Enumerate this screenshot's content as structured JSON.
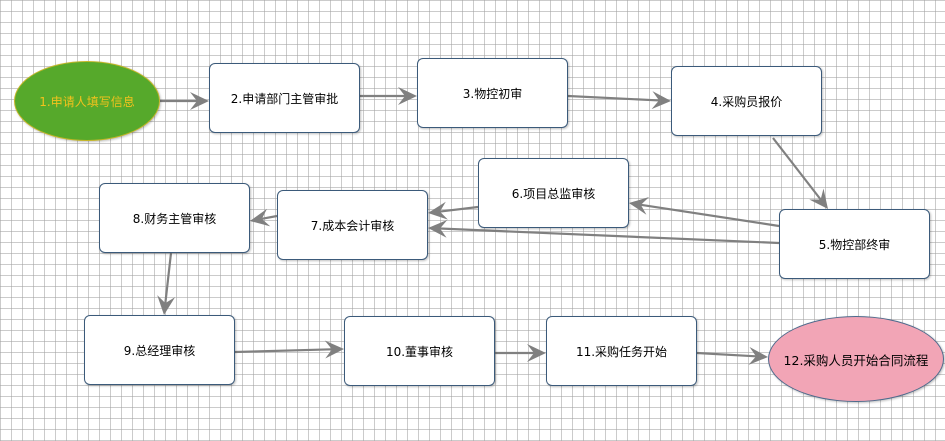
{
  "flow": {
    "nodes": [
      {
        "id": "n1",
        "label": "1.申请人填写信息",
        "shape": "ellipse",
        "fill": "#56a92b",
        "text_color": "#f2c21d"
      },
      {
        "id": "n2",
        "label": "2.申请部门主管审批",
        "shape": "rect"
      },
      {
        "id": "n3",
        "label": "3.物控初审",
        "shape": "rect"
      },
      {
        "id": "n4",
        "label": "4.采购员报价",
        "shape": "rect"
      },
      {
        "id": "n5",
        "label": "5.物控部终审",
        "shape": "rect"
      },
      {
        "id": "n6",
        "label": "6.项目总监审核",
        "shape": "rect"
      },
      {
        "id": "n7",
        "label": "7.成本会计审核",
        "shape": "rect"
      },
      {
        "id": "n8",
        "label": "8.财务主管审核",
        "shape": "rect"
      },
      {
        "id": "n9",
        "label": "9.总经理审核",
        "shape": "rect"
      },
      {
        "id": "n10",
        "label": "10.董事审核",
        "shape": "rect"
      },
      {
        "id": "n11",
        "label": "11.采购任务开始",
        "shape": "rect"
      },
      {
        "id": "n12",
        "label": "12.采购人员开始合同流程",
        "shape": "ellipse",
        "fill": "#f2a5b6"
      }
    ],
    "edges": [
      {
        "from": "n1",
        "to": "n2"
      },
      {
        "from": "n2",
        "to": "n3"
      },
      {
        "from": "n3",
        "to": "n4"
      },
      {
        "from": "n4",
        "to": "n5"
      },
      {
        "from": "n5",
        "to": "n6"
      },
      {
        "from": "n5",
        "to": "n7"
      },
      {
        "from": "n6",
        "to": "n7"
      },
      {
        "from": "n7",
        "to": "n8"
      },
      {
        "from": "n8",
        "to": "n9"
      },
      {
        "from": "n9",
        "to": "n10"
      },
      {
        "from": "n10",
        "to": "n11"
      },
      {
        "from": "n11",
        "to": "n12"
      }
    ],
    "colors": {
      "edge": "#808080",
      "node_border": "#3b5a7a",
      "grid": "#a0a0a0"
    }
  }
}
